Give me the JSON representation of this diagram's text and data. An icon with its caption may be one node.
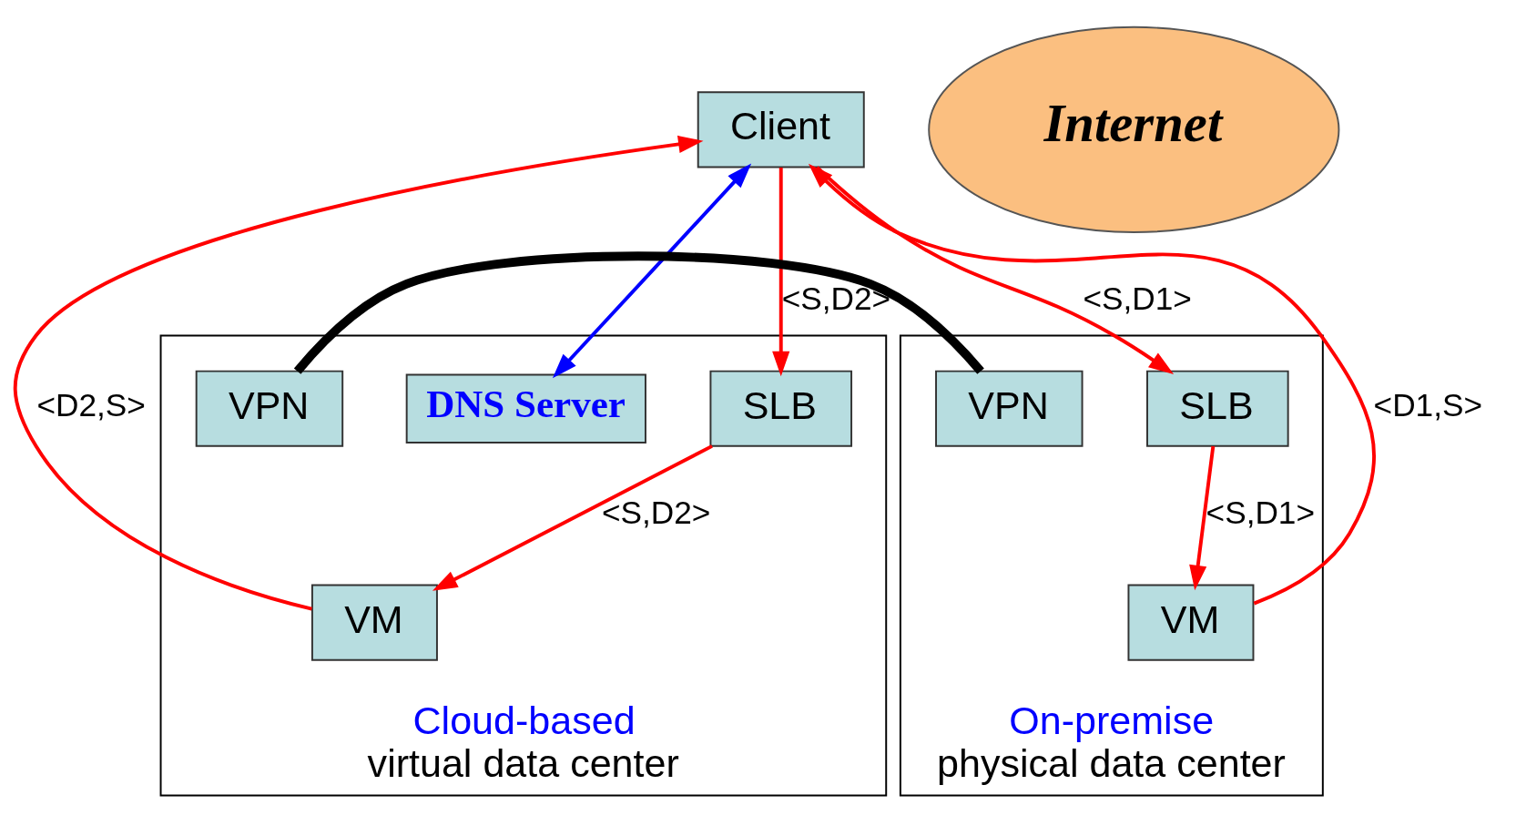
{
  "diagram": {
    "nodes": [
      {
        "text": [
          "Client"
        ]
      },
      {
        "text": [
          "Cloud-based",
          "virtual data center"
        ]
      },
      {
        "text": [
          "SLB"
        ],
        "in": 1
      },
      {
        "text": [
          "DNS Server"
        ],
        "in": 1
      },
      {
        "text": [
          "VPN"
        ],
        "in": 1
      },
      {
        "text": [
          "VM"
        ],
        "in": 1
      },
      {
        "text": [
          "Internet"
        ]
      },
      {
        "text": [
          "On-premise",
          "physical data center"
        ]
      },
      {
        "text": [
          "SLB"
        ],
        "in": 7
      },
      {
        "text": [
          "VPN"
        ],
        "in": 7
      },
      {
        "text": [
          "VM"
        ],
        "in": 7
      }
    ],
    "edges": [
      {
        "from": 0,
        "to": 2,
        "arrow": "to",
        "label": "<S,D2>"
      },
      {
        "from": 2,
        "to": 5,
        "arrow": "to",
        "label": "<S,D2>"
      },
      {
        "from": 5,
        "to": 0,
        "arrow": "to",
        "label": "<D2,S>"
      },
      {
        "from": 0,
        "to": 3,
        "arrow": "both",
        "color": "#0000ff"
      },
      {
        "from": 0,
        "to": 8,
        "arrow": "to",
        "label": "<S,D1>"
      },
      {
        "from": 8,
        "to": 10,
        "arrow": "to",
        "label": "<S,D1>"
      },
      {
        "from": 10,
        "to": 0,
        "arrow": "to",
        "label": "<D1,S>"
      },
      {
        "from": 4,
        "to": 9,
        "arrow": "none",
        "style": "thick",
        "color": "#000000"
      }
    ]
  }
}
